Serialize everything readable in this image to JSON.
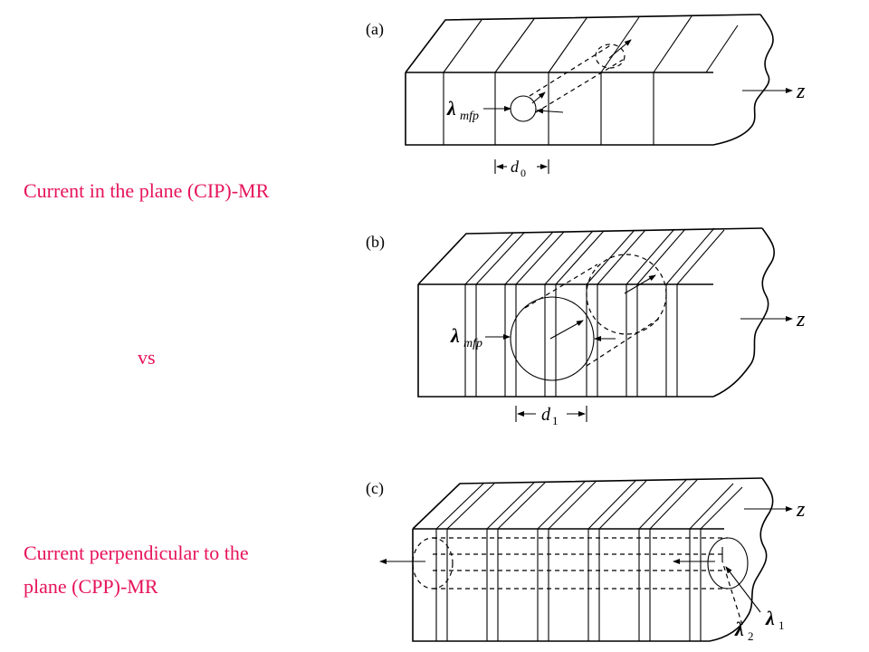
{
  "captions": {
    "cip": "Current in the plane (CIP)-MR",
    "vs": "vs",
    "cpp_line1": "Current perpendicular to the",
    "cpp_line2": "plane (CPP)-MR"
  },
  "panels": [
    {
      "tag": "(a)",
      "axis": "z",
      "lambda": "λ",
      "lambda_sub": "mfp",
      "d": "d",
      "d_sub": "0"
    },
    {
      "tag": "(b)",
      "axis": "z",
      "lambda": "λ",
      "lambda_sub": "mfp",
      "d": "d",
      "d_sub": "1"
    },
    {
      "tag": "(c)",
      "axis": "z",
      "lambda1": "λ",
      "lambda1_sub": "1",
      "lambda2": "λ",
      "lambda2_sub": "2"
    }
  ],
  "colors": {
    "caption": "#e6135a",
    "line": "#000000"
  }
}
